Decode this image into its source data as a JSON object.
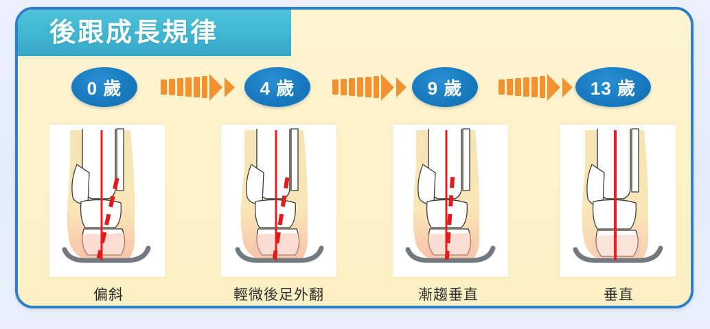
{
  "frame": {
    "background_color": "#fdf2c9",
    "border_color": "#2f7fc6",
    "page_background_color": "#e7eefb"
  },
  "header": {
    "title": "後跟成長規律",
    "bar_color": "#41b6d2",
    "text_color": "#ffffff"
  },
  "timeline": {
    "badge_color": "#1a7cc1",
    "arrow_color": "#f59232",
    "stages": [
      {
        "age_label": "0 歲",
        "caption": "偏斜",
        "arrow_after": true
      },
      {
        "age_label": "4 歲",
        "caption": "輕微後足外翻",
        "arrow_after": true
      },
      {
        "age_label": "9 歲",
        "caption": "漸趨垂直",
        "arrow_after": true
      },
      {
        "age_label": "13 歲",
        "caption": "垂直",
        "arrow_after": false
      }
    ]
  },
  "illustrations": [
    {
      "name": "heel-alignment-age-0",
      "solid_line_color": "#ee1c1c",
      "dashed_line_color": "#e01b1b",
      "dashed_tilt_degrees": 13,
      "has_dashed_axis": true,
      "orthotic_color": "#6f767c"
    },
    {
      "name": "heel-alignment-age-4",
      "solid_line_color": "#ee1c1c",
      "dashed_line_color": "#e01b1b",
      "dashed_tilt_degrees": 9,
      "has_dashed_axis": true,
      "orthotic_color": "#6f767c"
    },
    {
      "name": "heel-alignment-age-9",
      "solid_line_color": "#ee1c1c",
      "dashed_line_color": "#e01b1b",
      "dashed_tilt_degrees": 4,
      "has_dashed_axis": true,
      "orthotic_color": "#6f767c"
    },
    {
      "name": "heel-alignment-age-13",
      "solid_line_color": "#ee1c1c",
      "dashed_line_color": "#e01b1b",
      "dashed_tilt_degrees": 0,
      "has_dashed_axis": false,
      "orthotic_color": "#6f767c"
    }
  ]
}
